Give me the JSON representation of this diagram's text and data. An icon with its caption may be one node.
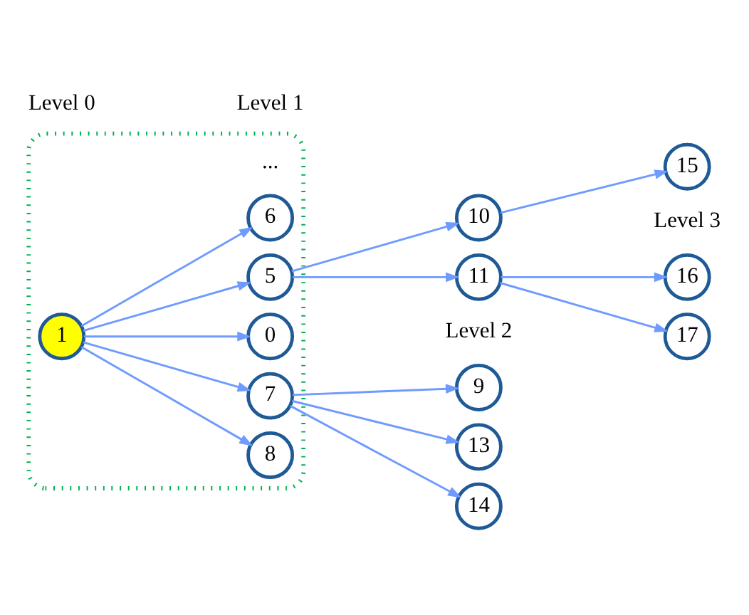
{
  "diagram": {
    "nodes": [
      {
        "text": [],
        "shape": "ellipse"
      },
      {
        "text": [
          "1"
        ],
        "in": 0
      },
      {
        "text": [
          "0"
        ],
        "in": 0
      },
      {
        "text": [
          "5"
        ],
        "in": 0
      },
      {
        "text": [
          "6"
        ],
        "in": 0
      },
      {
        "text": [
          "8"
        ],
        "in": 0
      },
      {
        "text": [
          "7"
        ],
        "in": 0
      },
      {
        "text": [
          "10"
        ]
      },
      {
        "text": [
          "11"
        ]
      },
      {
        "text": [
          "9"
        ]
      },
      {
        "text": [
          "13"
        ]
      },
      {
        "text": [
          "14"
        ]
      },
      {
        "text": [
          "15"
        ]
      },
      {
        "text": [
          "16"
        ]
      },
      {
        "text": [
          "17"
        ]
      }
    ],
    "edges": [
      {
        "from": 1,
        "to": 2,
        "arrow": "to"
      },
      {
        "from": 1,
        "to": 3,
        "arrow": "to"
      },
      {
        "from": 1,
        "to": 4,
        "arrow": "to"
      },
      {
        "from": 1,
        "to": 5,
        "arrow": "to"
      },
      {
        "from": 1,
        "to": 6,
        "arrow": "to"
      },
      {
        "from": 3,
        "to": 7,
        "arrow": "to"
      },
      {
        "from": 3,
        "to": 8,
        "arrow": "to"
      },
      {
        "from": 6,
        "to": 9,
        "arrow": "to"
      },
      {
        "from": 6,
        "to": 10,
        "arrow": "to"
      },
      {
        "from": 6,
        "to": 11,
        "arrow": "to"
      },
      {
        "from": 7,
        "to": 12,
        "arrow": "to"
      },
      {
        "from": 8,
        "to": 13,
        "arrow": "to"
      },
      {
        "from": 8,
        "to": 14,
        "arrow": "to"
      }
    ],
    "labels": [
      "...",
      "Level 0",
      "Level 1",
      "Level 2",
      "Level 3"
    ]
  }
}
